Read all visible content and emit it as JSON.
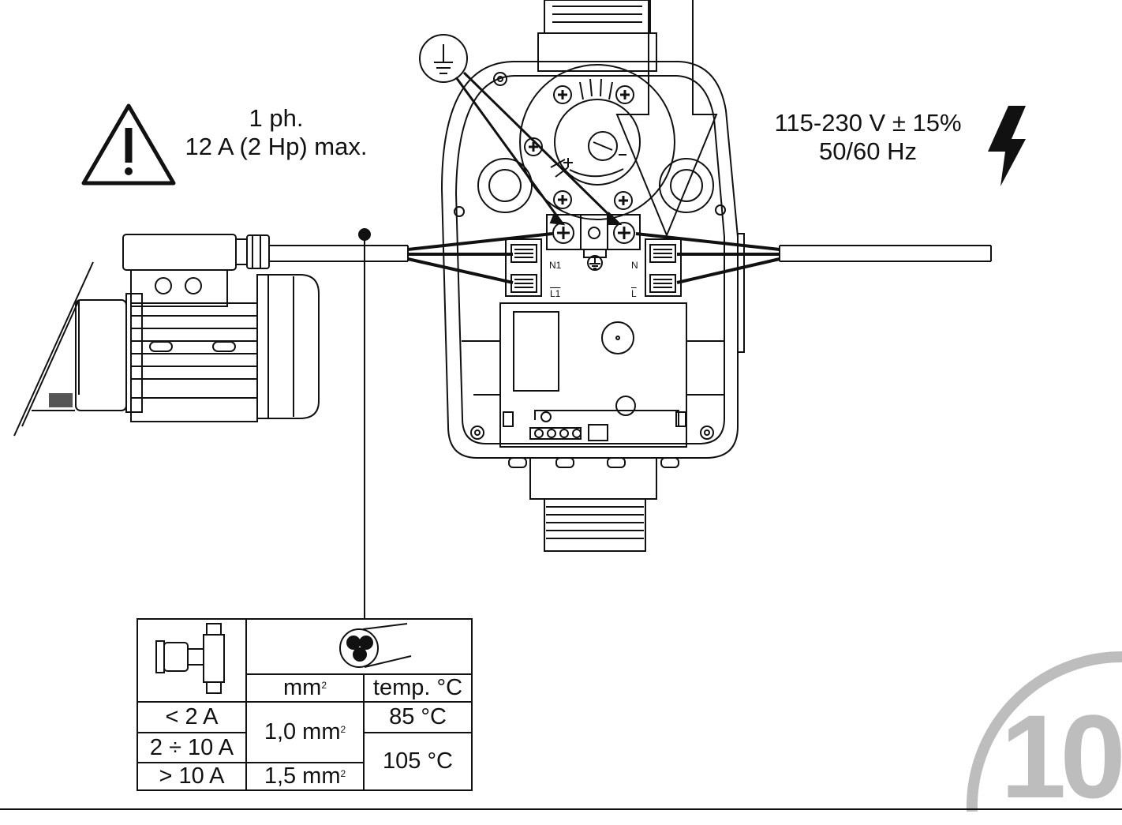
{
  "warning": {
    "icon": "warning-triangle-icon",
    "line1": "1 ph.",
    "line2": "12 A (2 Hp) max."
  },
  "supply": {
    "icon": "lightning-bolt-icon",
    "line1": "115-230 V ± 15%",
    "line2": "50/60 Hz"
  },
  "terminals": {
    "n1": "N1",
    "l1": "L1",
    "n": "N",
    "l": "L"
  },
  "cable_table": {
    "header_pump_icon": "pump-icon",
    "header_cable_icon": "three-core-cable-icon",
    "col_section": "mm",
    "col_section_sup": "2",
    "col_temp": "temp. °C",
    "rows": {
      "r1_current": "< 2 A",
      "r2_current": "2 ÷ 10 A",
      "r3_current": "> 10 A",
      "section_small": "1,0 mm",
      "section_large": "1,5 mm",
      "section_sup": "2",
      "temp_low": "85 °C",
      "temp_high": "105 °C"
    }
  },
  "page_number": "10",
  "colors": {
    "line": "#111111",
    "page_number": "#bdbdbd"
  }
}
